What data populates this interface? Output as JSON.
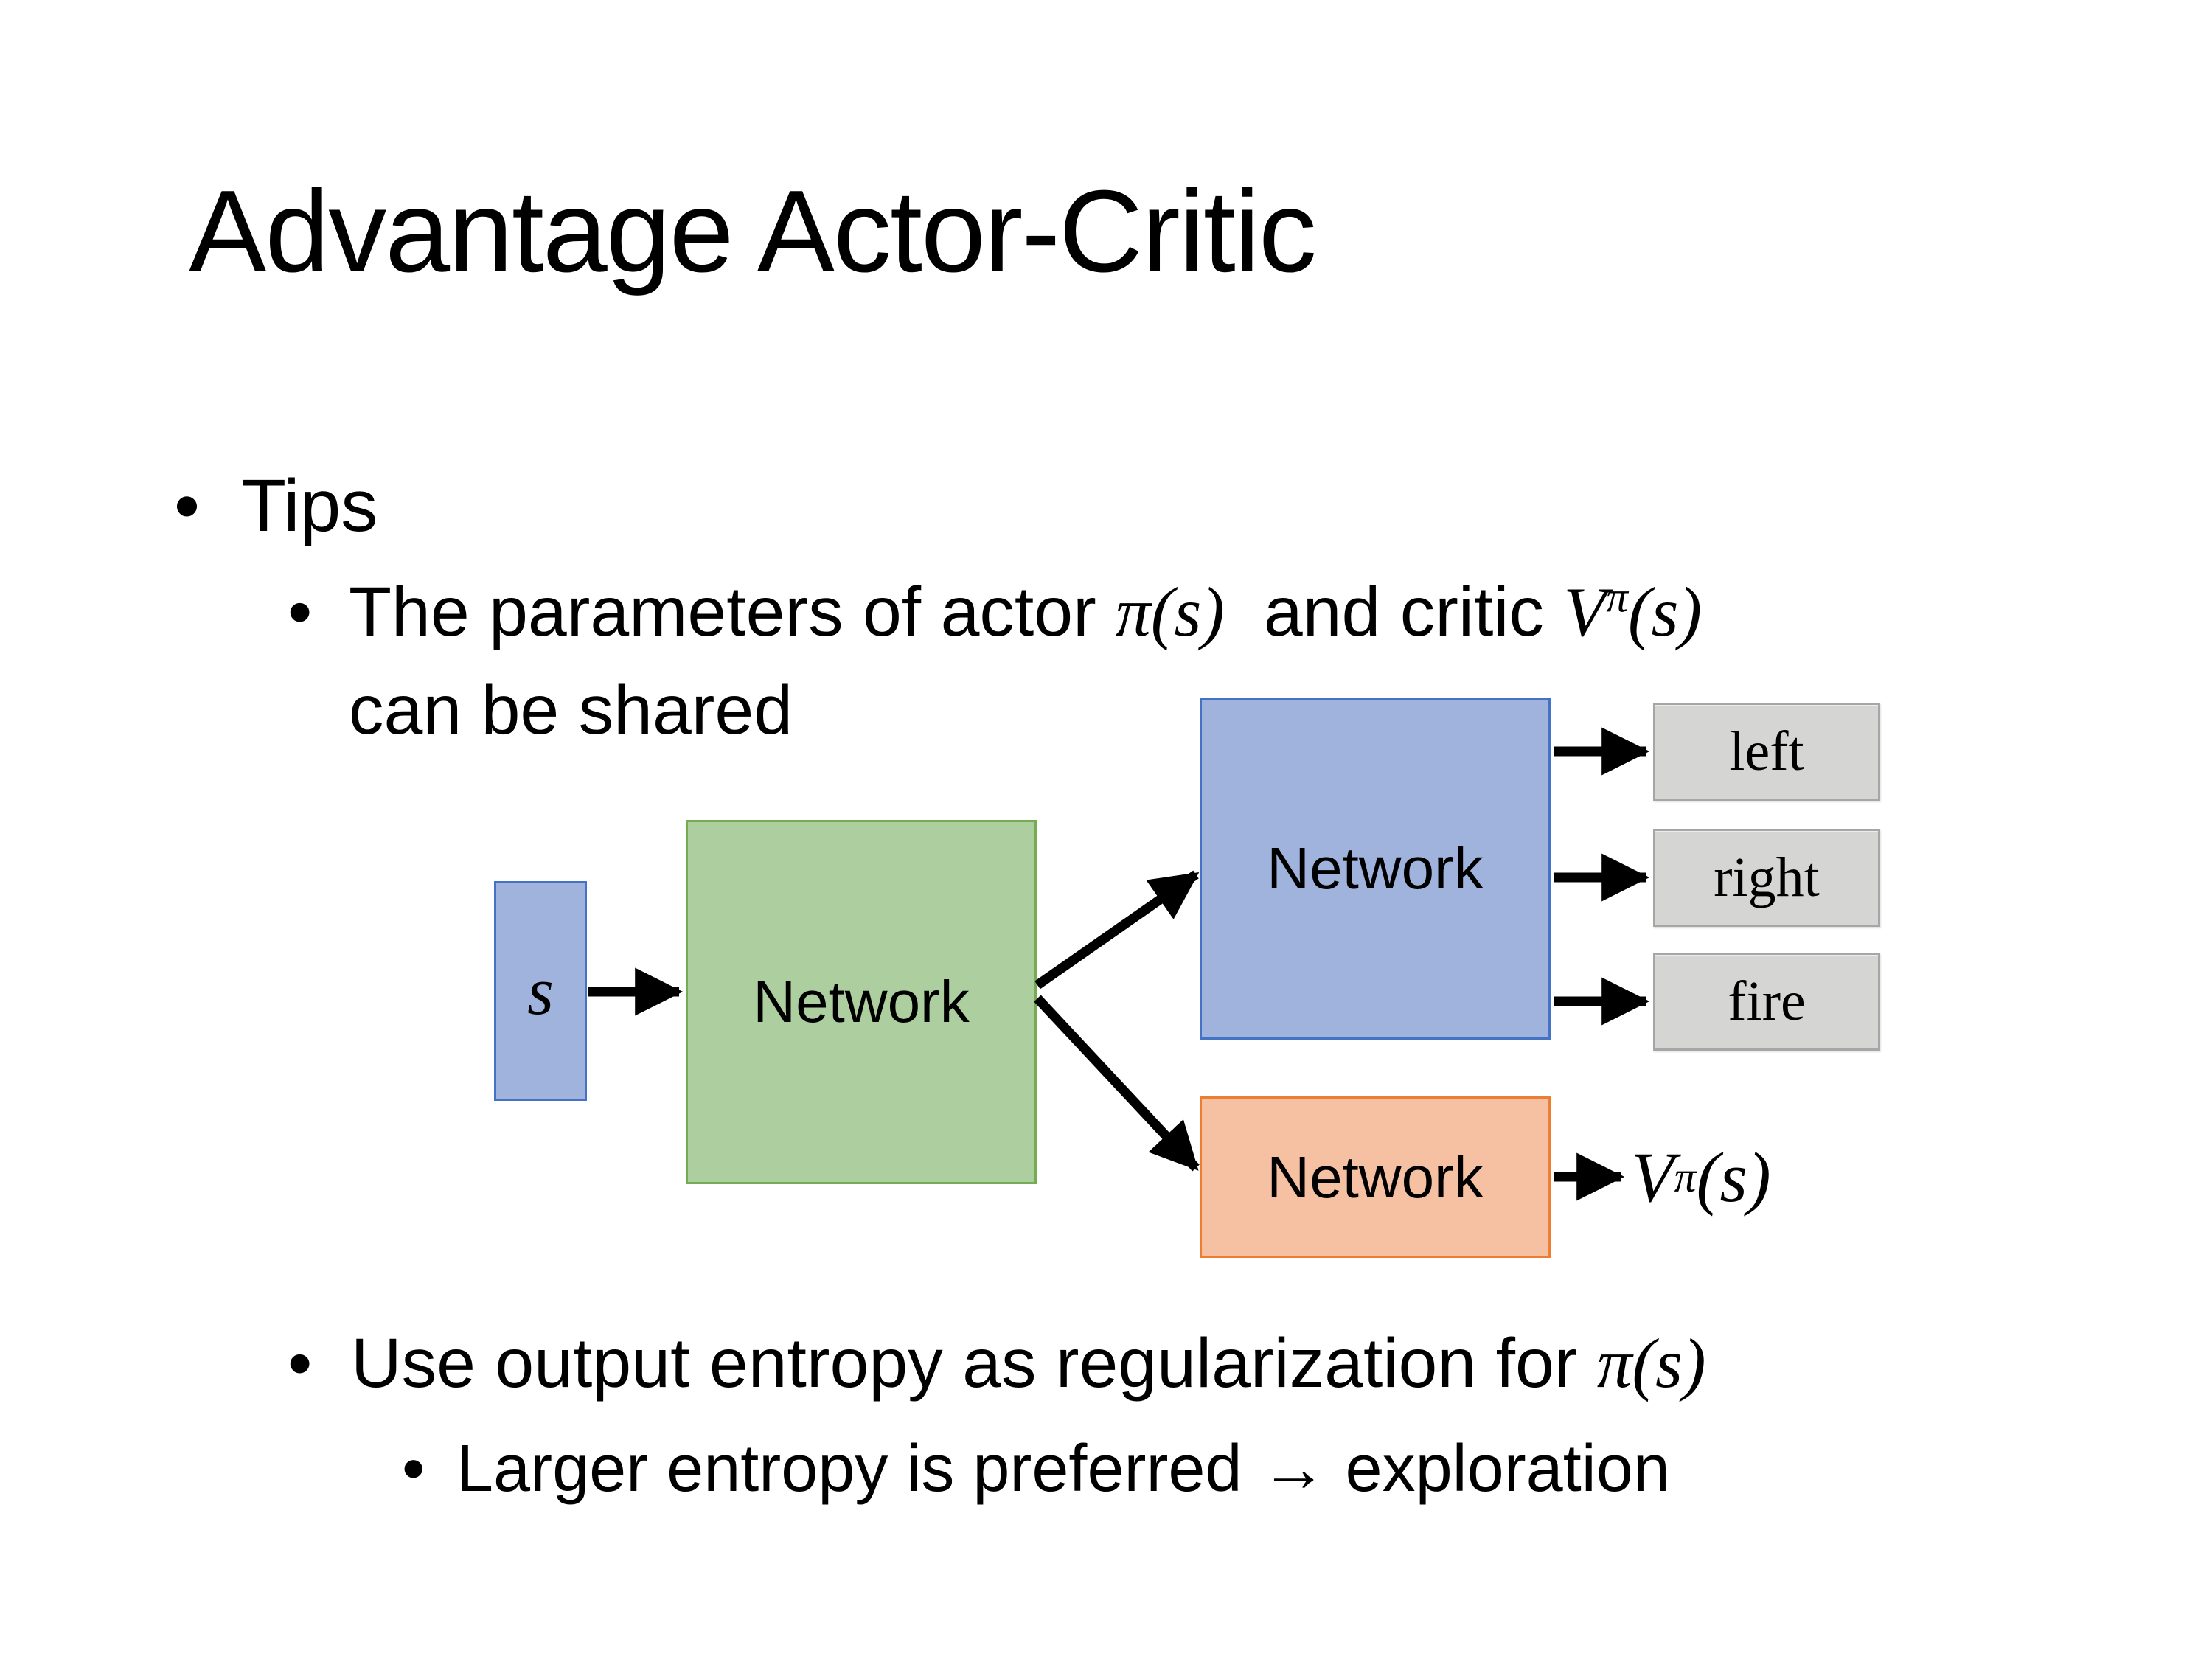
{
  "slide": {
    "title": "Advantage Actor-Critic",
    "bullet_marker": "•",
    "tips": "Tips",
    "point1": {
      "line1_pre": "The parameters of actor ",
      "line1_math1": "π(s)",
      "line1_mid": "  and critic ",
      "line1_v_base": "V",
      "line1_v_sup": "π",
      "line1_v_args": "(s)",
      "line2": "can be shared"
    },
    "point2": {
      "pre": "Use output entropy as regularization for ",
      "math": "π(s)"
    },
    "point3": "Larger entropy is preferred → exploration"
  },
  "diagram": {
    "input_label": "s",
    "shared_network_label": "Network",
    "actor_network_label": "Network",
    "critic_network_label": "Network",
    "action_labels": [
      "left",
      "right",
      "fire"
    ],
    "value_base": "V",
    "value_sup": "π",
    "value_args": "(s)",
    "colors": {
      "input_fill": "#a0b3dd",
      "input_border": "#4472c4",
      "shared_fill": "#adcfa0",
      "shared_border": "#74ab53",
      "actor_fill": "#9fb3dd",
      "actor_border": "#4472c4",
      "critic_fill": "#f6c0a3",
      "critic_border": "#ed7d31",
      "action_fill": "#d5d6d4",
      "action_border": "#a6a6a6",
      "arrow": "#000000"
    }
  }
}
